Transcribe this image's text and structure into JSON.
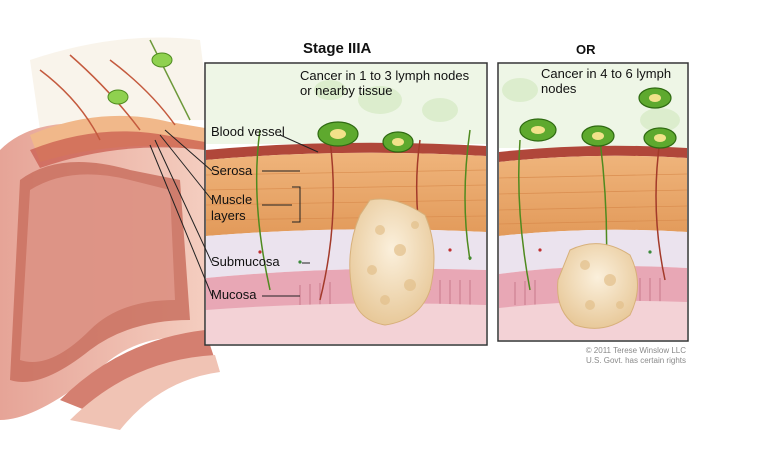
{
  "title": "Stage IIIA",
  "or_label": "OR",
  "panel_left": {
    "text": "Cancer in 1 to 3 lymph nodes or nearby tissue"
  },
  "panel_right": {
    "text": "Cancer in 4 to 6 lymph nodes"
  },
  "labels": {
    "blood_vessel": "Blood vessel",
    "serosa": "Serosa",
    "muscle_layers": "Muscle layers",
    "submucosa": "Submucosa",
    "mucosa": "Mucosa"
  },
  "credit": {
    "line1": "© 2011 Terese Winslow LLC",
    "line2": "U.S. Govt. has certain rights"
  },
  "colors": {
    "colon_outer": "#f2c6b6",
    "colon_inner": "#d9897a",
    "serosa_line": "#b0473a",
    "muscle": "#e9a56a",
    "submucosa": "#ece4ee",
    "mucosa": "#e9a8b6",
    "lymph_node": "#7fbf3f",
    "tumor": "#f6e2c0"
  }
}
